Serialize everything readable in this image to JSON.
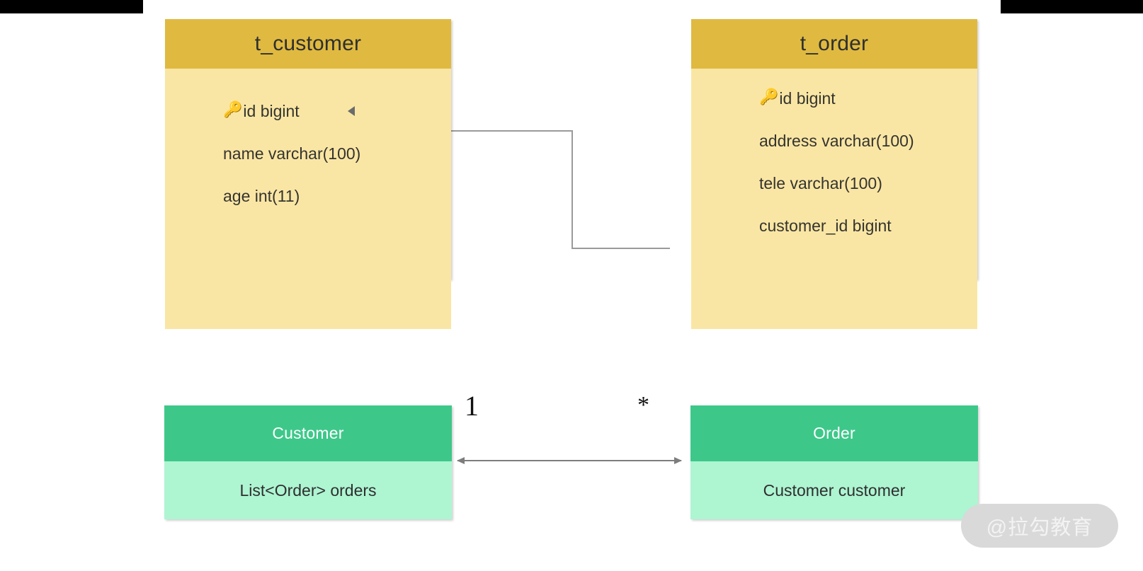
{
  "decorations": {
    "top_black_bar_left": "",
    "top_black_bar_right": ""
  },
  "er_diagram": {
    "tables": [
      {
        "name": "t_customer",
        "columns": [
          {
            "icon": "key-icon",
            "icon_glyph": "🔑",
            "text": "id bigint",
            "primary_key": true,
            "marker": "triangle-left-icon"
          },
          {
            "icon": "",
            "icon_glyph": "",
            "text": "name varchar(100)",
            "primary_key": false
          },
          {
            "icon": "",
            "icon_glyph": "",
            "text": "age int(11)",
            "primary_key": false
          }
        ]
      },
      {
        "name": "t_order",
        "columns": [
          {
            "icon": "key-icon",
            "icon_glyph": "🔑",
            "text": "id bigint",
            "primary_key": true
          },
          {
            "icon": "",
            "icon_glyph": "",
            "text": "address varchar(100)",
            "primary_key": false
          },
          {
            "icon": "",
            "icon_glyph": "",
            "text": "tele varchar(100)",
            "primary_key": false
          },
          {
            "icon": "",
            "icon_glyph": "",
            "text": "customer_id bigint",
            "primary_key": false
          }
        ]
      }
    ],
    "relation": {
      "type": "orthogonal-line",
      "from": "t_customer.id",
      "to": "t_order.customer_id",
      "color": "#9a9a9a"
    }
  },
  "class_diagram": {
    "classes": [
      {
        "name": "Customer",
        "attribute": "List<Order> orders"
      },
      {
        "name": "Order",
        "attribute": "Customer customer"
      }
    ],
    "association": {
      "left_multiplicity": "1",
      "right_multiplicity": "*",
      "arrow": "bidirectional",
      "color": "#7d7d7d"
    }
  },
  "watermark": {
    "text": "@拉勾教育"
  },
  "colors": {
    "er_header": "#E0BA40",
    "er_body": "#FAE6A4",
    "uml_header": "#3DC88A",
    "uml_body": "#AEF5D2",
    "connector": "#9a9a9a",
    "association": "#7d7d7d",
    "background": "#FFFFFF"
  }
}
